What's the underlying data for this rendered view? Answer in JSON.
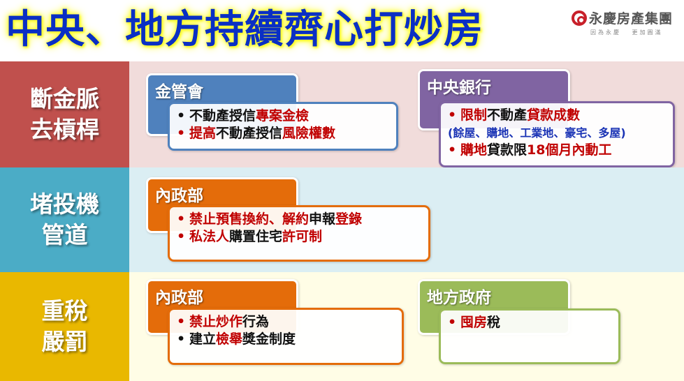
{
  "title": "中央、地方持續齊心打炒房",
  "logo": {
    "name": "永慶房產集團",
    "tagline": "因為永慶 更加圓滿",
    "mark_color": "#c8202a"
  },
  "colors": {
    "title": "#0a2fc4",
    "highlight": "#c00000",
    "note": "#1a33b5"
  },
  "rows": [
    {
      "label": "斷金脈\n去槓桿",
      "color": "#c0504d",
      "panels": [
        {
          "agency": "金管會",
          "color": "#4f81bd",
          "items": [
            {
              "segments": [
                {
                  "t": "不動產授信",
                  "red": false
                },
                {
                  "t": "專案金檢",
                  "red": true
                }
              ]
            },
            {
              "segments": [
                {
                  "t": "提高",
                  "red": true
                },
                {
                  "t": "不動產授信",
                  "red": false
                },
                {
                  "t": "風險權數",
                  "red": true
                }
              ]
            }
          ]
        },
        {
          "agency": "中央銀行",
          "color": "#8064a2",
          "items": [
            {
              "segments": [
                {
                  "t": "限制",
                  "red": true
                },
                {
                  "t": "不動產",
                  "red": false
                },
                {
                  "t": "貸款成數",
                  "red": true
                }
              ]
            },
            {
              "note": "(餘屋、購地、工業地、豪宅、多屋)"
            },
            {
              "segments": [
                {
                  "t": "購地",
                  "red": true
                },
                {
                  "t": "貸款限",
                  "red": false
                },
                {
                  "t": "18個月內動工",
                  "red": true
                }
              ]
            }
          ]
        }
      ]
    },
    {
      "label": "堵投機\n管道",
      "color": "#4bacc6",
      "panels": [
        {
          "agency": "內政部",
          "color": "#e46c0a",
          "items": [
            {
              "segments": [
                {
                  "t": "禁止預售換約、解約",
                  "red": true
                },
                {
                  "t": "申報",
                  "red": false
                },
                {
                  "t": "登錄",
                  "red": true
                }
              ]
            },
            {
              "segments": [
                {
                  "t": "私法人",
                  "red": true
                },
                {
                  "t": "購置住宅",
                  "red": false
                },
                {
                  "t": "許可制",
                  "red": true
                }
              ]
            }
          ]
        }
      ]
    },
    {
      "label": "重稅\n嚴罰",
      "color": "#e9b800",
      "panels": [
        {
          "agency": "內政部",
          "color": "#e46c0a",
          "items": [
            {
              "segments": [
                {
                  "t": "禁止炒作",
                  "red": true
                },
                {
                  "t": "行為",
                  "red": false
                }
              ]
            },
            {
              "segments": [
                {
                  "t": "建立",
                  "red": false
                },
                {
                  "t": "檢舉",
                  "red": true
                },
                {
                  "t": "獎金制度",
                  "red": false
                }
              ]
            }
          ]
        },
        {
          "agency": "地方政府",
          "color": "#9bbb59",
          "items": [
            {
              "segments": [
                {
                  "t": "囤房",
                  "red": true
                },
                {
                  "t": "稅",
                  "red": false
                }
              ]
            }
          ]
        }
      ]
    }
  ]
}
